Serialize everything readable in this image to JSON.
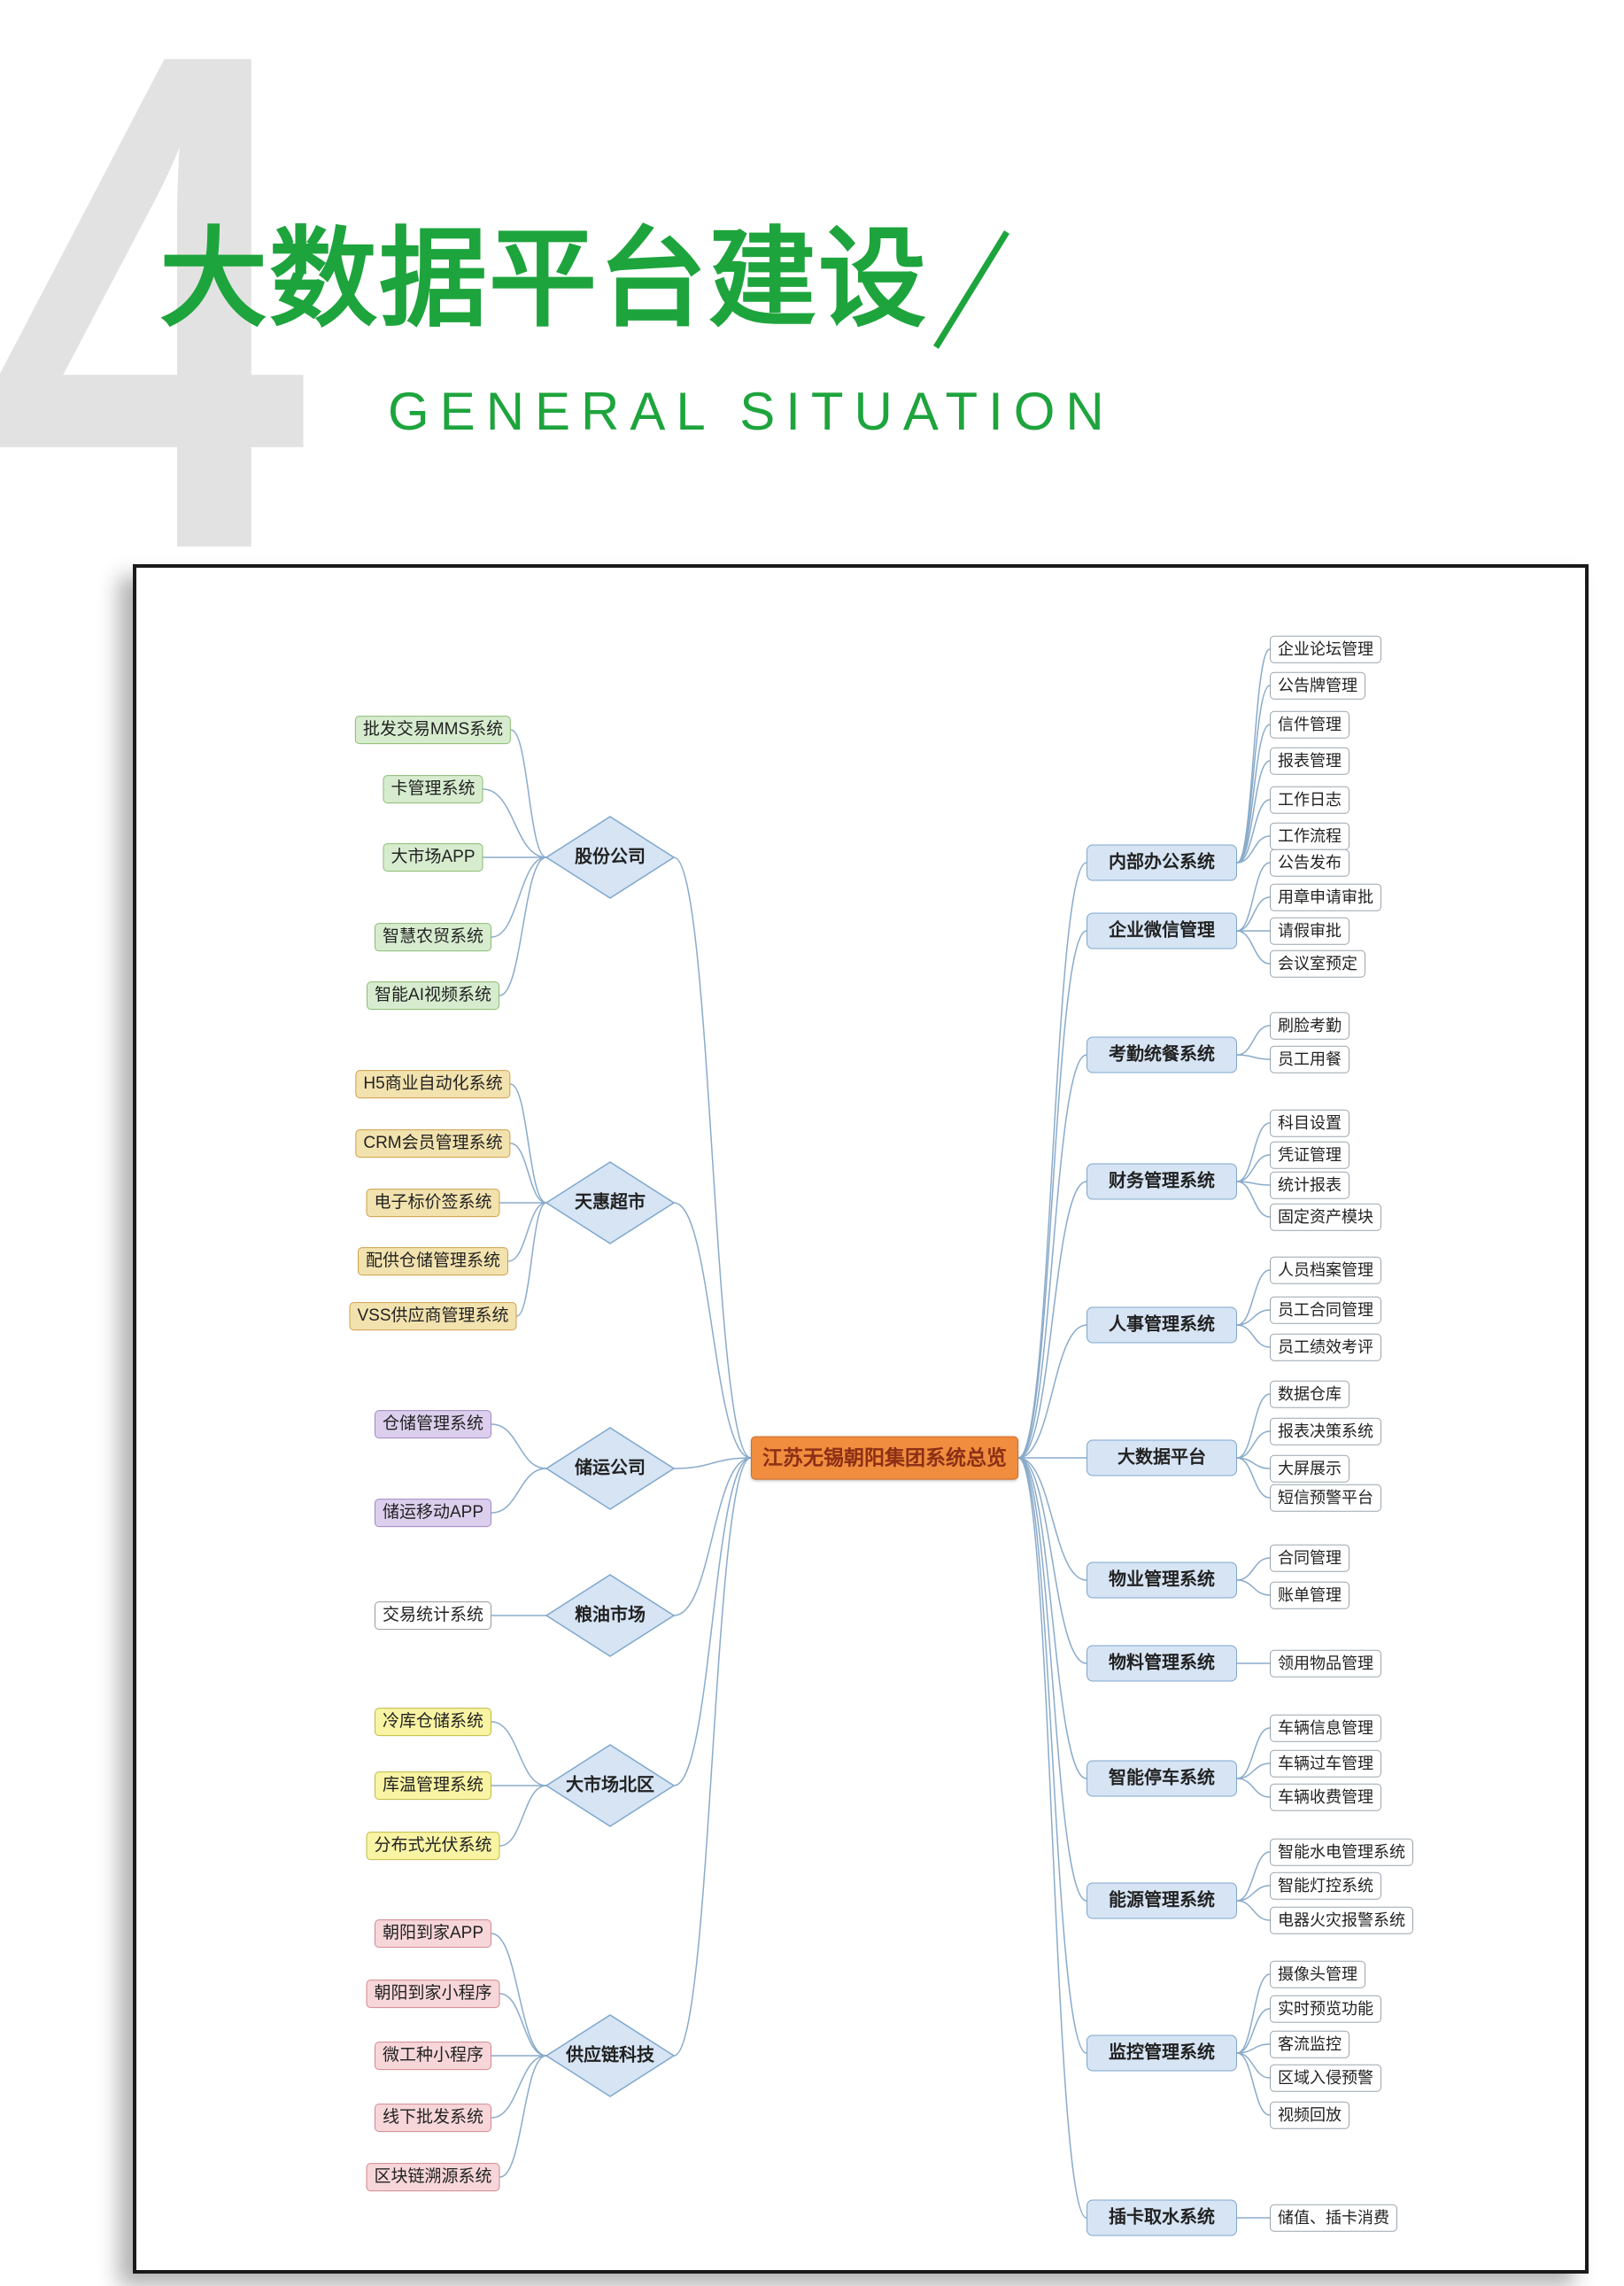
{
  "page": {
    "chapter_number": "4",
    "title": "大数据平台建设",
    "subtitle": "GENERAL SITUATION",
    "accent_color": "#1ea43d"
  },
  "mindmap": {
    "root": "江苏无锡朝阳集团系统总览",
    "left_branches": [
      {
        "label": "股份公司",
        "theme": "green",
        "children": [
          "批发交易MMS系统",
          "卡管理系统",
          "大市场APP",
          "智慧农贸系统",
          "智能AI视频系统"
        ]
      },
      {
        "label": "天惠超市",
        "theme": "tan",
        "children": [
          "H5商业自动化系统",
          "CRM会员管理系统",
          "电子标价签系统",
          "配供仓储管理系统",
          "VSS供应商管理系统"
        ]
      },
      {
        "label": "储运公司",
        "theme": "purple",
        "children": [
          "仓储管理系统",
          "储运移动APP"
        ]
      },
      {
        "label": "粮油市场",
        "theme": "plain",
        "children": [
          "交易统计系统"
        ]
      },
      {
        "label": "大市场北区",
        "theme": "yellow",
        "children": [
          "冷库仓储系统",
          "库温管理系统",
          "分布式光伏系统"
        ]
      },
      {
        "label": "供应链科技",
        "theme": "pink",
        "children": [
          "朝阳到家APP",
          "朝阳到家小程序",
          "微工种小程序",
          "线下批发系统",
          "区块链溯源系统"
        ]
      }
    ],
    "right_branches": [
      {
        "label": "内部办公系统",
        "children": [
          "企业论坛管理",
          "公告牌管理",
          "信件管理",
          "报表管理",
          "工作日志",
          "工作流程"
        ]
      },
      {
        "label": "企业微信管理",
        "children": [
          "公告发布",
          "用章申请审批",
          "请假审批",
          "会议室预定"
        ]
      },
      {
        "label": "考勤统餐系统",
        "children": [
          "刷脸考勤",
          "员工用餐"
        ]
      },
      {
        "label": "财务管理系统",
        "children": [
          "科目设置",
          "凭证管理",
          "统计报表",
          "固定资产模块"
        ]
      },
      {
        "label": "人事管理系统",
        "children": [
          "人员档案管理",
          "员工合同管理",
          "员工绩效考评"
        ]
      },
      {
        "label": "大数据平台",
        "children": [
          "数据仓库",
          "报表决策系统",
          "大屏展示",
          "短信预警平台"
        ]
      },
      {
        "label": "物业管理系统",
        "children": [
          "合同管理",
          "账单管理"
        ]
      },
      {
        "label": "物料管理系统",
        "children": [
          "领用物品管理"
        ]
      },
      {
        "label": "智能停车系统",
        "children": [
          "车辆信息管理",
          "车辆过车管理",
          "车辆收费管理"
        ]
      },
      {
        "label": "能源管理系统",
        "children": [
          "智能水电管理系统",
          "智能灯控系统",
          "电器火灾报警系统"
        ]
      },
      {
        "label": "监控管理系统",
        "children": [
          "摄像头管理",
          "实时预览功能",
          "客流监控",
          "区域入侵预警",
          "视频回放"
        ]
      },
      {
        "label": "插卡取水系统",
        "children": [
          "储值、插卡消费"
        ]
      }
    ],
    "colors": {
      "root_bg": "#f08d3e",
      "root_border": "#d06c23",
      "root_text": "#8c2f16",
      "branch_bg": "#d6e4f4",
      "branch_border": "#7fa7cc",
      "link": "#8aabca",
      "themes": {
        "green": {
          "bg": "#d7eccf",
          "border": "#8bbb71"
        },
        "tan": {
          "bg": "#f2e2ae",
          "border": "#cf9f4c"
        },
        "purple": {
          "bg": "#dccfed",
          "border": "#a186c8"
        },
        "plain": {
          "bg": "#ffffff",
          "border": "#9a9a9a"
        },
        "yellow": {
          "bg": "#f8f4a4",
          "border": "#bfbb45"
        },
        "pink": {
          "bg": "#f7d6d9",
          "border": "#cf8890"
        },
        "leaf": {
          "bg": "#ffffff",
          "border": "#9aa5ad"
        }
      }
    }
  }
}
